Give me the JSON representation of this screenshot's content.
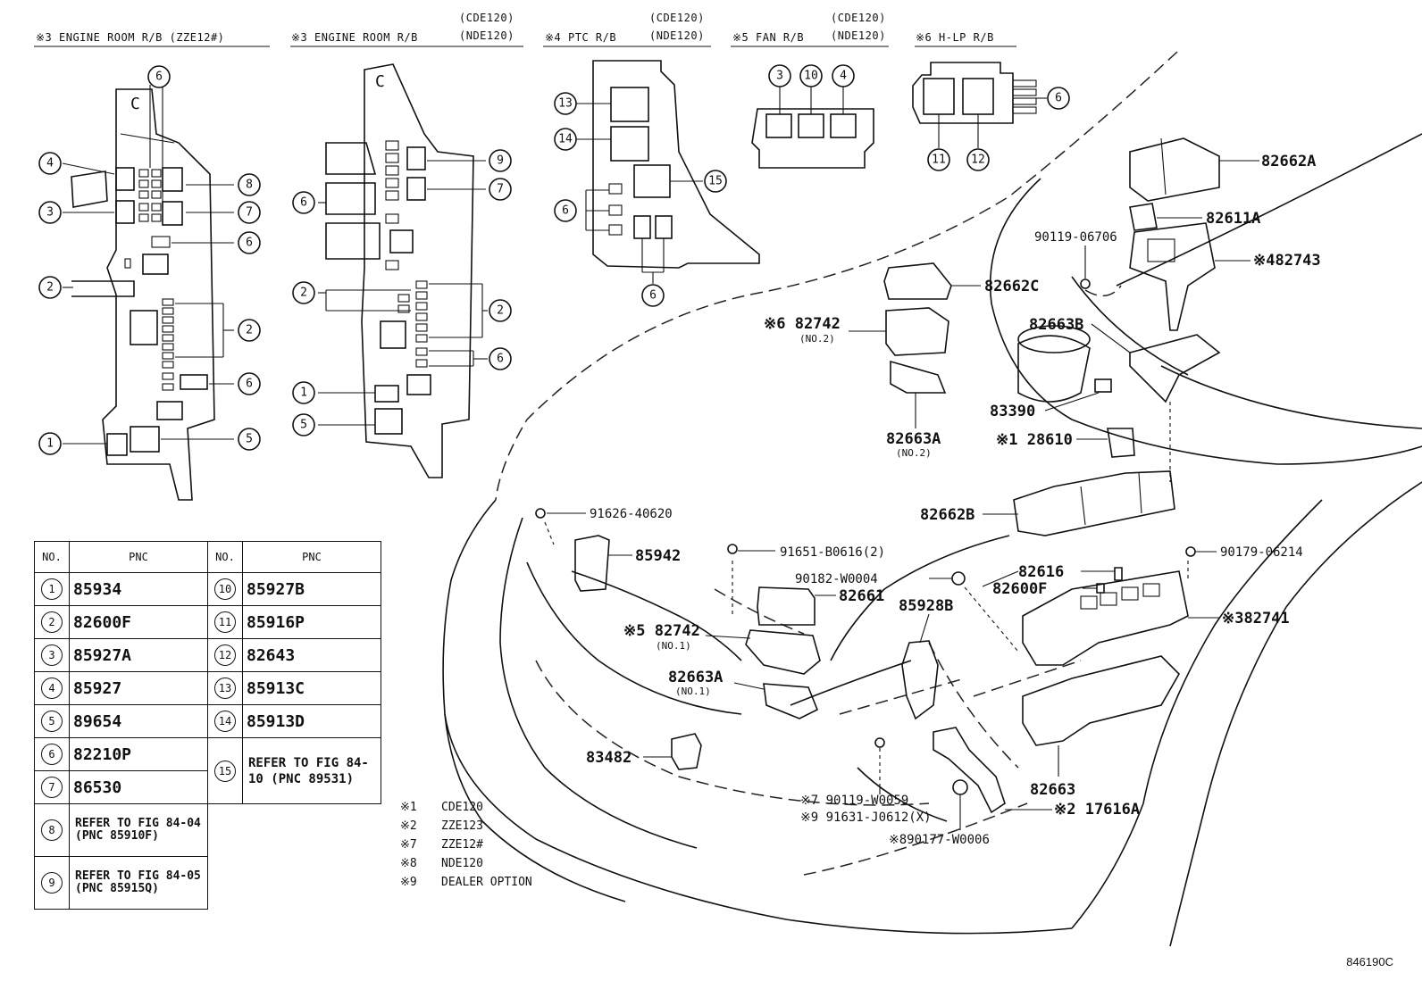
{
  "headers": {
    "h1": "※3 ENGINE ROOM R/B (ZZE12#)",
    "h2": "※3 ENGINE ROOM R/B",
    "h2_models": [
      "(CDE120)",
      "(NDE120)"
    ],
    "h3": "※4 PTC R/B",
    "h3_models": [
      "(CDE120)",
      "(NDE120)"
    ],
    "h4": "※5 FAN R/B",
    "h4_models": [
      "(CDE120)",
      "(NDE120)"
    ],
    "h5": "※6 H-LP R/B"
  },
  "table": {
    "col_no": "NO.",
    "col_pnc": "PNC",
    "left": [
      {
        "no": "1",
        "pnc": "85934"
      },
      {
        "no": "2",
        "pnc": "82600F"
      },
      {
        "no": "3",
        "pnc": "85927A"
      },
      {
        "no": "4",
        "pnc": "85927"
      },
      {
        "no": "5",
        "pnc": "89654"
      },
      {
        "no": "6",
        "pnc": "82210P"
      },
      {
        "no": "7",
        "pnc": "86530"
      },
      {
        "no": "8",
        "pnc": "REFER TO FIG 84-04 (PNC 85910F)"
      },
      {
        "no": "9",
        "pnc": "REFER TO FIG 84-05 (PNC 85915Q)"
      }
    ],
    "right": [
      {
        "no": "10",
        "pnc": "85927B"
      },
      {
        "no": "11",
        "pnc": "85916P"
      },
      {
        "no": "12",
        "pnc": "82643"
      },
      {
        "no": "13",
        "pnc": "85913C"
      },
      {
        "no": "14",
        "pnc": "85913D"
      },
      {
        "no": "15",
        "pnc": "REFER TO FIG 84-10 (PNC 89531)"
      }
    ]
  },
  "notes": [
    {
      "k": "※1",
      "v": "CDE120"
    },
    {
      "k": "※2",
      "v": "ZZE123"
    },
    {
      "k": "※7",
      "v": "ZZE12#"
    },
    {
      "k": "※8",
      "v": "NDE120"
    },
    {
      "k": "※9",
      "v": "DEALER OPTION"
    }
  ],
  "parts": {
    "p82662A": "82662A",
    "p82611A": "82611A",
    "p90119_06706": "90119-06706",
    "p82743": "※482743",
    "p82662C": "82662C",
    "p82742_no2": "※6 82742",
    "p82742_no2_sub": "(NO.2)",
    "p82663B": "82663B",
    "p83390": "83390",
    "p82663A_no2": "82663A",
    "p82663A_no2_sub": "(NO.2)",
    "p28610": "※1 28610",
    "p82662B": "82662B",
    "p91626": "91626-40620",
    "p85942": "85942",
    "p91651": "91651-B0616(2)",
    "p90179": "90179-06214",
    "p90182": "90182-W0004",
    "p82661": "82661",
    "p82616": "82616",
    "p82600F": "82600F",
    "p85928B": "85928B",
    "p82741": "※382741",
    "p82742_no1": "※5 82742",
    "p82742_no1_sub": "(NO.1)",
    "p82663A_no1": "82663A",
    "p82663A_no1_sub": "(NO.1)",
    "p83482": "83482",
    "p82663": "82663",
    "p90119_W0059": "※7 90119-W0059",
    "p91631": "※9 91631-J0612(X)",
    "p17616A": "※2 17616A",
    "p90177": "※890177-W0006"
  },
  "fig_code": "846190C"
}
